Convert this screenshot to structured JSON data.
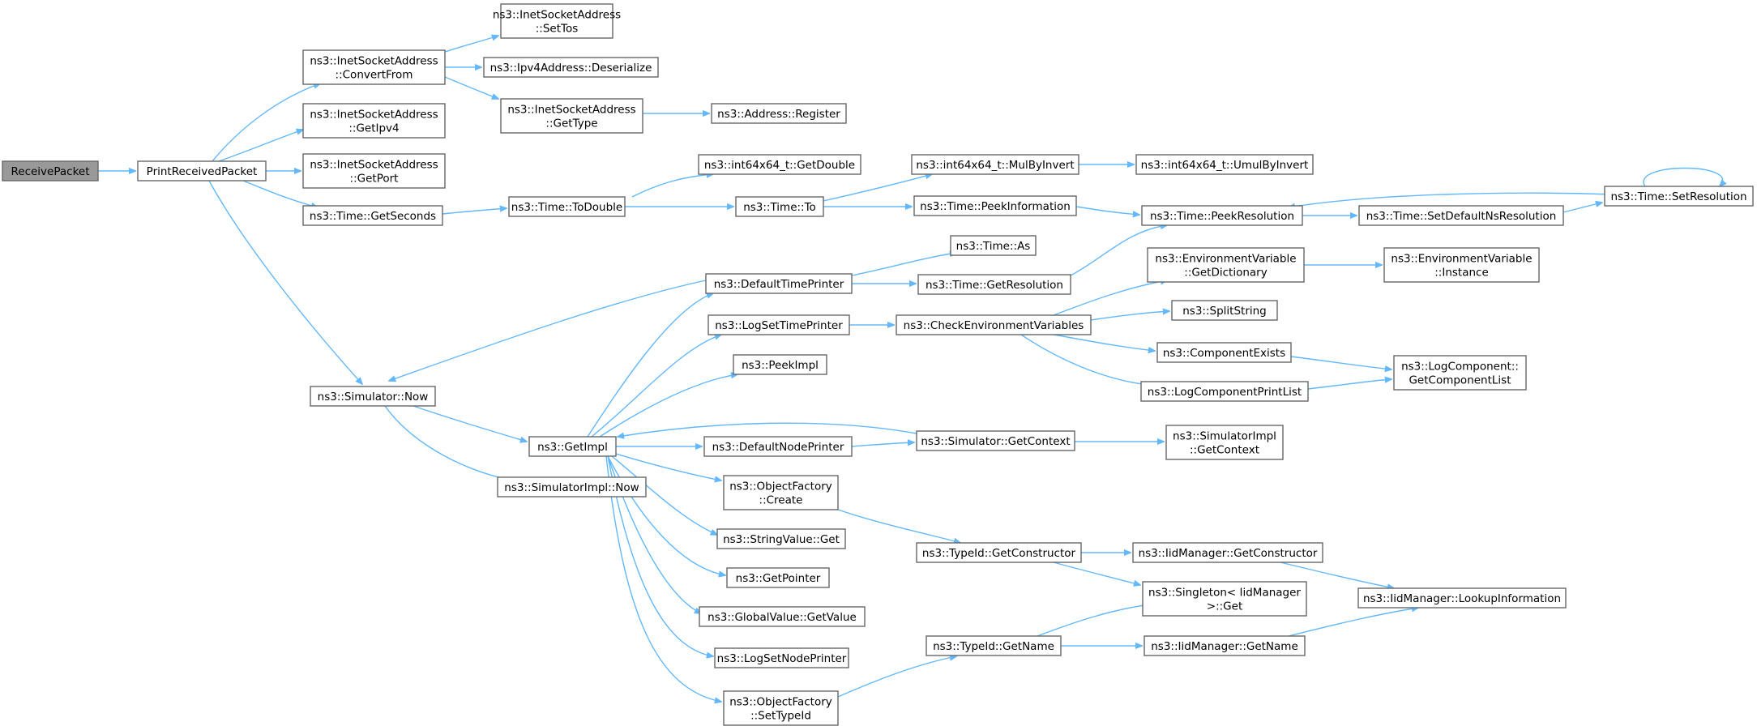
{
  "diagram": {
    "nodes": [
      {
        "id": "ReceivePacket",
        "lines": [
          "ReceivePacket"
        ],
        "root": true
      },
      {
        "id": "PrintReceivedPacket",
        "lines": [
          "PrintReceivedPacket"
        ]
      },
      {
        "id": "ConvertFrom",
        "lines": [
          "ns3::InetSocketAddress",
          "::ConvertFrom"
        ]
      },
      {
        "id": "SetTos",
        "lines": [
          "ns3::InetSocketAddress",
          "::SetTos"
        ]
      },
      {
        "id": "Deserialize",
        "lines": [
          "ns3::Ipv4Address::Deserialize"
        ]
      },
      {
        "id": "GetType",
        "lines": [
          "ns3::InetSocketAddress",
          "::GetType"
        ]
      },
      {
        "id": "Register",
        "lines": [
          "ns3::Address::Register"
        ]
      },
      {
        "id": "GetIpv4",
        "lines": [
          "ns3::InetSocketAddress",
          "::GetIpv4"
        ]
      },
      {
        "id": "GetPort",
        "lines": [
          "ns3::InetSocketAddress",
          "::GetPort"
        ]
      },
      {
        "id": "GetSeconds",
        "lines": [
          "ns3::Time::GetSeconds"
        ]
      },
      {
        "id": "ToDouble",
        "lines": [
          "ns3::Time::ToDouble"
        ]
      },
      {
        "id": "GetDouble",
        "lines": [
          "ns3::int64x64_t::GetDouble"
        ]
      },
      {
        "id": "TimeTo",
        "lines": [
          "ns3::Time::To"
        ]
      },
      {
        "id": "MulByInvert",
        "lines": [
          "ns3::int64x64_t::MulByInvert"
        ]
      },
      {
        "id": "UmulByInvert",
        "lines": [
          "ns3::int64x64_t::UmulByInvert"
        ]
      },
      {
        "id": "PeekInformation",
        "lines": [
          "ns3::Time::PeekInformation"
        ]
      },
      {
        "id": "PeekResolution",
        "lines": [
          "ns3::Time::PeekResolution"
        ]
      },
      {
        "id": "SetDefaultNsResolution",
        "lines": [
          "ns3::Time::SetDefaultNsResolution"
        ]
      },
      {
        "id": "SetResolution",
        "lines": [
          "ns3::Time::SetResolution"
        ]
      },
      {
        "id": "TimeAs",
        "lines": [
          "ns3::Time::As"
        ]
      },
      {
        "id": "DefaultTimePrinter",
        "lines": [
          "ns3::DefaultTimePrinter"
        ]
      },
      {
        "id": "GetResolution",
        "lines": [
          "ns3::Time::GetResolution"
        ]
      },
      {
        "id": "GetDictionary",
        "lines": [
          "ns3::EnvironmentVariable",
          "::GetDictionary"
        ]
      },
      {
        "id": "EnvInstance",
        "lines": [
          "ns3::EnvironmentVariable",
          "::Instance"
        ]
      },
      {
        "id": "LogSetTimePrinter",
        "lines": [
          "ns3::LogSetTimePrinter"
        ]
      },
      {
        "id": "CheckEnvironmentVariables",
        "lines": [
          "ns3::CheckEnvironmentVariables"
        ]
      },
      {
        "id": "SplitString",
        "lines": [
          "ns3::SplitString"
        ]
      },
      {
        "id": "PeekImpl",
        "lines": [
          "ns3::PeekImpl"
        ]
      },
      {
        "id": "ComponentExists",
        "lines": [
          "ns3::ComponentExists"
        ]
      },
      {
        "id": "GetComponentList",
        "lines": [
          "ns3::LogComponent::",
          "GetComponentList"
        ]
      },
      {
        "id": "LogComponentPrintList",
        "lines": [
          "ns3::LogComponentPrintList"
        ]
      },
      {
        "id": "SimulatorNow",
        "lines": [
          "ns3::Simulator::Now"
        ]
      },
      {
        "id": "GetImpl",
        "lines": [
          "ns3::GetImpl"
        ]
      },
      {
        "id": "DefaultNodePrinter",
        "lines": [
          "ns3::DefaultNodePrinter"
        ]
      },
      {
        "id": "SimulatorGetContext",
        "lines": [
          "ns3::Simulator::GetContext"
        ]
      },
      {
        "id": "SimulatorImplGetContext",
        "lines": [
          "ns3::SimulatorImpl",
          "::GetContext"
        ]
      },
      {
        "id": "SimulatorImplNow",
        "lines": [
          "ns3::SimulatorImpl::Now"
        ]
      },
      {
        "id": "ObjectFactoryCreate",
        "lines": [
          "ns3::ObjectFactory",
          "::Create"
        ]
      },
      {
        "id": "StringValueGet",
        "lines": [
          "ns3::StringValue::Get"
        ]
      },
      {
        "id": "GetConstructor",
        "lines": [
          "ns3::TypeId::GetConstructor"
        ]
      },
      {
        "id": "IidGetConstructor",
        "lines": [
          "ns3::IidManager::GetConstructor"
        ]
      },
      {
        "id": "GetPointer",
        "lines": [
          "ns3::GetPointer"
        ]
      },
      {
        "id": "SingletonGet",
        "lines": [
          "ns3::Singleton< IidManager",
          "&gt;::Get"
        ]
      },
      {
        "id": "LookupInformation",
        "lines": [
          "ns3::IidManager::LookupInformation"
        ]
      },
      {
        "id": "GlobalValueGetValue",
        "lines": [
          "ns3::GlobalValue::GetValue"
        ]
      },
      {
        "id": "TypeIdGetName",
        "lines": [
          "ns3::TypeId::GetName"
        ]
      },
      {
        "id": "IidGetName",
        "lines": [
          "ns3::IidManager::GetName"
        ]
      },
      {
        "id": "LogSetNodePrinter",
        "lines": [
          "ns3::LogSetNodePrinter"
        ]
      },
      {
        "id": "SetTypeId",
        "lines": [
          "ns3::ObjectFactory",
          "::SetTypeId"
        ]
      }
    ]
  }
}
